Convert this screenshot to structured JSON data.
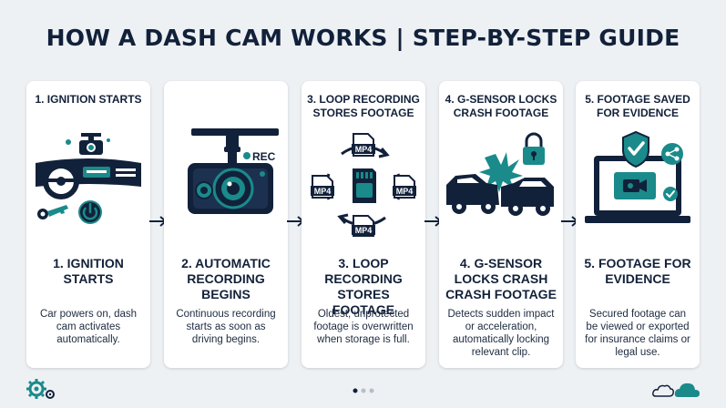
{
  "title": "HOW A DASH CAM WORKS | STEP-BY-STEP GUIDE",
  "steps": [
    {
      "top": "1. IGNITION STARTS",
      "heading": "1. IGNITION STARTS",
      "desc": "Car powers on, dash cam activates automatically."
    },
    {
      "top": "",
      "heading": "2. AUTOMATIC RECORDING BEGINS",
      "desc": "Continuous recording starts as soon as driving begins.",
      "rec_label": "REC"
    },
    {
      "top": "3. LOOP RECORDING STORES FOOTAGE",
      "heading": "3. LOOP RECORDING STORES FOOTAGE",
      "desc": "Oldest, unprotected footage is overwritten when storage is full.",
      "file_label": "MP4"
    },
    {
      "top": "4. G-SENSOR LOCKS CRASH FOOTAGE",
      "heading": "4. G-SENSOR LOCKS CRASH CRASH FOOTAGE",
      "desc": "Detects sudden impact or acceleration, automatically locking relevant clip."
    },
    {
      "top": "5. FOOTAGE SAVED FOR EVIDENCE",
      "heading": "5. FOOTAGE FOR EVIDENCE",
      "desc": "Secured footage can be viewed or exported for insurance claims or legal use."
    }
  ],
  "icons": {
    "step1": "dashboard-ignition-icon",
    "step2": "dash-camera-icon",
    "step3": "loop-recording-icon",
    "step4": "car-crash-lock-icon",
    "step5": "laptop-shield-icon"
  },
  "colors": {
    "navy": "#12213a",
    "teal": "#1a8a8a",
    "background": "#eef1f4",
    "card": "#ffffff"
  }
}
